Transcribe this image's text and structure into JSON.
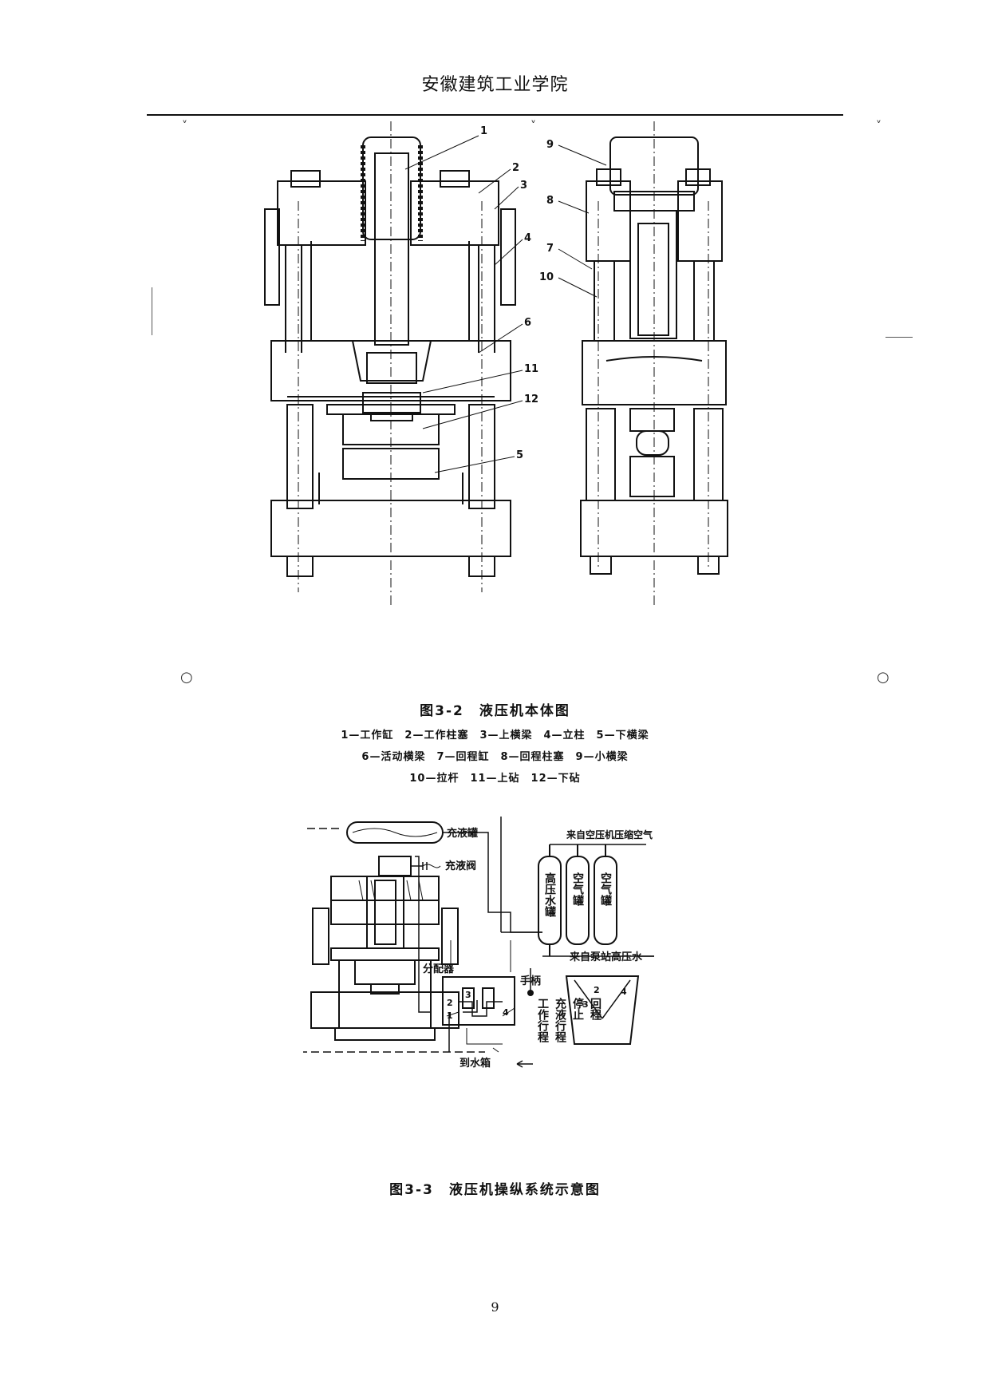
{
  "header": {
    "title": "安徽建筑工业学院"
  },
  "figure1": {
    "caption": "图3-2　液压机本体图",
    "callouts_left": [
      "1",
      "2",
      "3",
      "4",
      "6",
      "11",
      "12",
      "5"
    ],
    "callouts_right": [
      "9",
      "8",
      "7",
      "10"
    ],
    "legend": [
      "1—工作缸　2—工作柱塞　3—上横梁　4—立柱　5—下横梁",
      "6—活动横梁　7—回程缸　8—回程柱塞　9—小横梁",
      "10—拉杆　11—上砧　12—下砧"
    ]
  },
  "figure2": {
    "caption": "图3-3　液压机操纵系统示意图",
    "labels": {
      "fill_tank": "充液罐",
      "fill_valve": "充液阀",
      "compressed_air": "来自空压机压缩空气",
      "hp_water_tank": "高压水罐",
      "air_tank_1": "空气罐",
      "air_tank_2": "空气罐",
      "distributor": "分配器",
      "handle": "手柄",
      "pump_water": "来自泵站高压水",
      "to_water_tank": "到水箱",
      "work_stroke": "工作行程",
      "fill_stroke": "充液行程",
      "stop": "停止",
      "return": "回程",
      "pos_1": "1",
      "pos_2": "2",
      "pos_3": "3",
      "pos_4": "4",
      "sw_2": "2",
      "sw_3": "3",
      "sw_4": "4"
    }
  },
  "footer": {
    "page_number": "9"
  }
}
